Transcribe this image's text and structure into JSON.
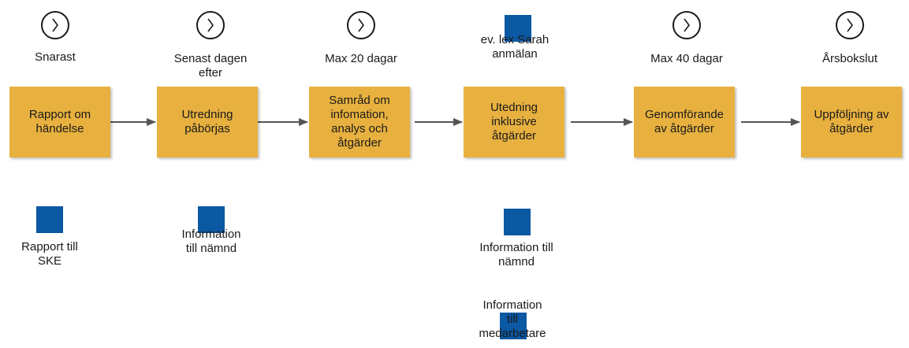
{
  "colors": {
    "activity": "#e8b13f",
    "document": "#0b58a3",
    "line": "#555555"
  },
  "icons": {
    "timer": "timer-icon",
    "document": "document-icon",
    "flow": "arrow-icon"
  },
  "timers": [
    "Snarast",
    "Senast dagen\nefter",
    "Max 20 dagar",
    "Max 40 dagar",
    "Årsbokslut"
  ],
  "activities": [
    "Rapport om\nhändelse",
    "Utredning\npåbörjas",
    "Samråd om\ninfomation,\nanalys och\nåtgärder",
    "Utedning\ninklusive\nåtgärder",
    "Genomförande\nav åtgärder",
    "Uppföljning av\nåtgärder"
  ],
  "documents": [
    "ev. lex Sarah\nanmälan",
    "Rapport till\nSKE",
    "Information\ntill nämnd",
    "Information till\nnämnd",
    "Information\ntill\nmedarbetare"
  ]
}
